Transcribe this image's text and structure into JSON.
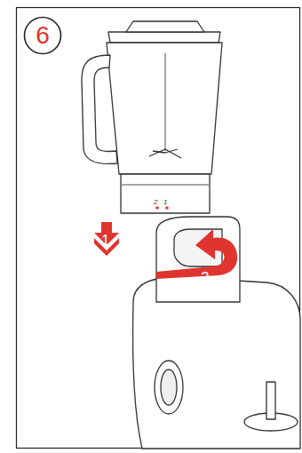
{
  "diagram": {
    "nodes": [
      {
        "text": [
          "6"
        ]
      }
    ],
    "labels": [
      "2",
      "1",
      "1",
      "2"
    ]
  }
}
